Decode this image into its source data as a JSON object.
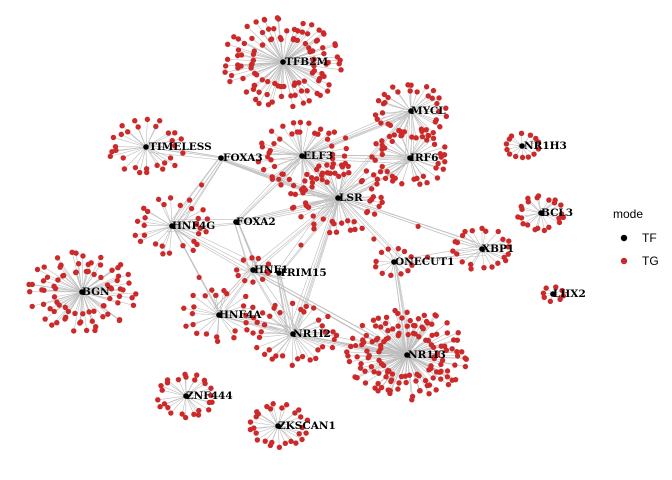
{
  "colors": {
    "TF": "#000000",
    "TG": "#cc2a2a",
    "edge": "#bdbdbd"
  },
  "legend": {
    "title": "mode",
    "items": [
      {
        "key": "TF",
        "label": "TF"
      },
      {
        "key": "TG",
        "label": "TG"
      }
    ]
  },
  "hubs": [
    {
      "id": "TFB2M",
      "label": "TFB2M"
    },
    {
      "id": "MYCL",
      "label": "MYCL"
    },
    {
      "id": "TIMELESS",
      "label": "TIMELESS"
    },
    {
      "id": "FOXA3",
      "label": "FOXA3"
    },
    {
      "id": "ELF3",
      "label": "ELF3"
    },
    {
      "id": "IRF6",
      "label": "IRF6"
    },
    {
      "id": "NR1H3",
      "label": "NR1H3"
    },
    {
      "id": "LSR",
      "label": "LSR"
    },
    {
      "id": "BCL3",
      "label": "BCL3"
    },
    {
      "id": "HNF4G",
      "label": "HNF4G"
    },
    {
      "id": "FOXA2",
      "label": "FOXA2"
    },
    {
      "id": "XBP1",
      "label": "XBP1"
    },
    {
      "id": "ONECUT1",
      "label": "ONECUT1"
    },
    {
      "id": "HNF1",
      "label": "HNF1"
    },
    {
      "id": "TRIM15",
      "label": "TRIM15"
    },
    {
      "id": "BGN",
      "label": "BGN"
    },
    {
      "id": "LHX2",
      "label": "LHX2"
    },
    {
      "id": "HNF4A",
      "label": "HNF4A"
    },
    {
      "id": "NR1I2",
      "label": "NR1I2"
    },
    {
      "id": "NR1I3",
      "label": "NR1I3"
    },
    {
      "id": "ZNF444",
      "label": "ZNF444"
    },
    {
      "id": "ZKSCAN1",
      "label": "ZKSCAN1"
    }
  ],
  "links": [
    [
      "FOXA3",
      "ELF3"
    ],
    [
      "FOXA3",
      "LSR"
    ],
    [
      "FOXA3",
      "HNF4G"
    ],
    [
      "FOXA3",
      "TIMELESS"
    ],
    [
      "ELF3",
      "MYCL"
    ],
    [
      "ELF3",
      "IRF6"
    ],
    [
      "ELF3",
      "LSR"
    ],
    [
      "MYCL",
      "IRF6"
    ],
    [
      "MYCL",
      "LSR"
    ],
    [
      "IRF6",
      "LSR"
    ],
    [
      "LSR",
      "XBP1"
    ],
    [
      "LSR",
      "HNF1"
    ],
    [
      "LSR",
      "ONECUT1"
    ],
    [
      "LSR",
      "NR1I2"
    ],
    [
      "FOXA2",
      "HNF4G"
    ],
    [
      "FOXA2",
      "HNF1"
    ],
    [
      "FOXA2",
      "ELF3"
    ],
    [
      "FOXA2",
      "LSR"
    ],
    [
      "HNF4G",
      "HNF4A"
    ],
    [
      "HNF4G",
      "HNF1"
    ],
    [
      "HNF1",
      "TRIM15"
    ],
    [
      "HNF1",
      "HNF4A"
    ],
    [
      "HNF1",
      "NR1I2"
    ],
    [
      "TRIM15",
      "NR1I2"
    ],
    [
      "TRIM15",
      "LSR"
    ],
    [
      "HNF4A",
      "NR1I2"
    ],
    [
      "NR1I2",
      "NR1I3"
    ],
    [
      "ONECUT1",
      "NR1I3"
    ],
    [
      "ONECUT1",
      "XBP1"
    ],
    [
      "HNF1",
      "NR1I3"
    ],
    [
      "HNF4A",
      "NR1I3"
    ]
  ]
}
